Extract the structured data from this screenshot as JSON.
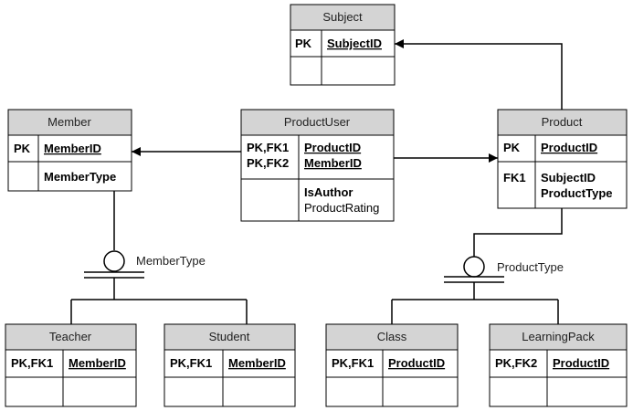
{
  "entities": {
    "subject": {
      "name": "Subject",
      "rows": [
        {
          "key": "PK",
          "attrs": [
            "SubjectID"
          ],
          "pk": [
            true
          ]
        },
        {
          "key": "",
          "attrs": [],
          "pk": []
        }
      ]
    },
    "member": {
      "name": "Member",
      "rows": [
        {
          "key": "PK",
          "attrs": [
            "MemberID"
          ],
          "pk": [
            true
          ]
        },
        {
          "key": "",
          "attrs": [
            "MemberType"
          ],
          "pk": [
            false
          ],
          "bold": [
            true
          ]
        }
      ]
    },
    "productuser": {
      "name": "ProductUser",
      "rows": [
        {
          "key": "PK,FK1\nPK,FK2",
          "attrs": [
            "ProductID",
            "MemberID"
          ],
          "pk": [
            true,
            true
          ]
        },
        {
          "key": "",
          "attrs": [
            "IsAuthor",
            "ProductRating"
          ],
          "pk": [
            false,
            false
          ],
          "bold": [
            true,
            false
          ]
        }
      ]
    },
    "product": {
      "name": "Product",
      "rows": [
        {
          "key": "PK",
          "attrs": [
            "ProductID"
          ],
          "pk": [
            true
          ]
        },
        {
          "key": "FK1",
          "attrs": [
            "SubjectID",
            "ProductType"
          ],
          "pk": [
            false,
            false
          ],
          "bold": [
            true,
            true
          ]
        }
      ]
    },
    "teacher": {
      "name": "Teacher",
      "rows": [
        {
          "key": "PK,FK1",
          "attrs": [
            "MemberID"
          ],
          "pk": [
            true
          ]
        },
        {
          "key": "",
          "attrs": [],
          "pk": []
        }
      ]
    },
    "student": {
      "name": "Student",
      "rows": [
        {
          "key": "PK,FK1",
          "attrs": [
            "MemberID"
          ],
          "pk": [
            true
          ]
        },
        {
          "key": "",
          "attrs": [],
          "pk": []
        }
      ]
    },
    "class": {
      "name": "Class",
      "rows": [
        {
          "key": "PK,FK1",
          "attrs": [
            "ProductID"
          ],
          "pk": [
            true
          ]
        },
        {
          "key": "",
          "attrs": [],
          "pk": []
        }
      ]
    },
    "learningpack": {
      "name": "LearningPack",
      "rows": [
        {
          "key": "PK,FK2",
          "attrs": [
            "ProductID"
          ],
          "pk": [
            true
          ]
        },
        {
          "key": "",
          "attrs": [],
          "pk": []
        }
      ]
    }
  },
  "discriminators": {
    "member": "MemberType",
    "product": "ProductType"
  },
  "colors": {
    "header_fill": "#d4d4d4",
    "border": "#000000",
    "line": "#000000"
  }
}
